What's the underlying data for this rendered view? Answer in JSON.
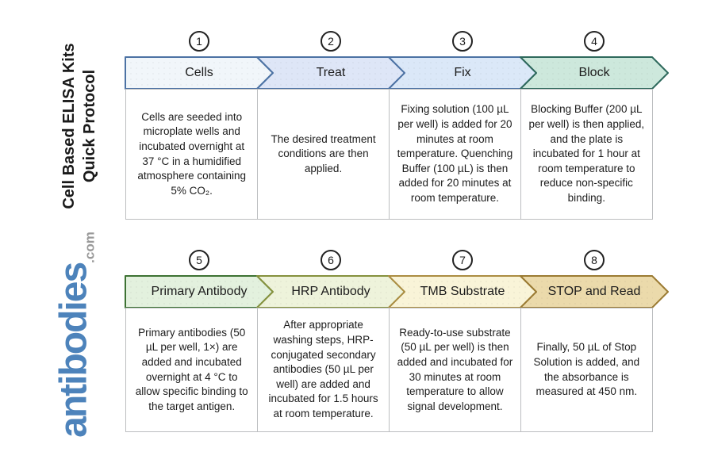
{
  "sidebar": {
    "title_line1": "Cell Based ELISA Kits",
    "title_line2": "Quick Protocol",
    "brand": "antibodies",
    "brand_tld": ".com"
  },
  "palette": {
    "brand_blue": "#4d83bb",
    "tld_gray": "#999999",
    "box_border_gray": "#bcbec0",
    "circle_border": "#222222",
    "text_dark": "#1c1c1c"
  },
  "steps": [
    {
      "number": "1",
      "label": "Cells",
      "fill": "#f1f6fa",
      "border": "#4c72a4",
      "description": "Cells are seeded into microplate wells and incubated overnight at 37 °C in a humidified atmosphere containing 5% CO₂."
    },
    {
      "number": "2",
      "label": "Treat",
      "fill": "#dee6f7",
      "border": "#4c72a4",
      "description": "The desired treatment conditions are then applied."
    },
    {
      "number": "3",
      "label": "Fix",
      "fill": "#dbe8f8",
      "border": "#4c72a4",
      "description": "Fixing solution (100 µL per well) is added for 20 minutes at room temperature. Quenching Buffer (100 µL) is then added for 20 minutes at room temperature."
    },
    {
      "number": "4",
      "label": "Block",
      "fill": "#cde8dc",
      "border": "#2e695c",
      "description": "Blocking Buffer (200 µL per well) is then applied, and the plate is incubated for 1 hour at room temperature to reduce non-specific binding."
    },
    {
      "number": "5",
      "label": "Primary Antibody",
      "fill": "#e3f1de",
      "border": "#3d7233",
      "description": "Primary antibodies (50 µL per well, 1×) are added and incubated overnight at 4 °C to allow specific binding to the target antigen."
    },
    {
      "number": "6",
      "label": "HRP Antibody",
      "fill": "#eef3db",
      "border": "#85913d",
      "description": "After appropriate washing steps, HRP-conjugated secondary antibodies (50 µL per well) are added and incubated for 1.5 hours at room temperature."
    },
    {
      "number": "7",
      "label": "TMB Substrate",
      "fill": "#f9f4d8",
      "border": "#ab8d42",
      "description": "Ready-to-use substrate (50 µL per well) is then added and incubated for 30 minutes at room temperature to allow signal development."
    },
    {
      "number": "8",
      "label": "STOP and Read",
      "fill": "#ebdaab",
      "border": "#9b7b33",
      "description": "Finally, 50 µL of Stop Solution is added, and the absorbance is measured at 450 nm."
    }
  ]
}
